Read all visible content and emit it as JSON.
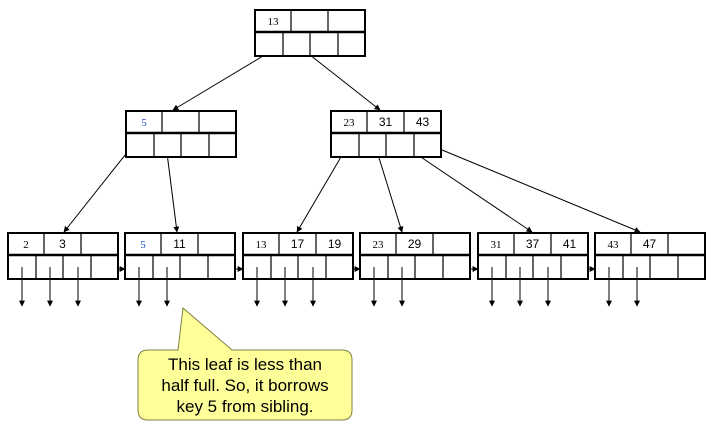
{
  "diagram": {
    "root": {
      "keys": [
        "13",
        "",
        ""
      ]
    },
    "internal_left": {
      "keys": [
        "5",
        "",
        ""
      ],
      "highlight_key_index": 0
    },
    "internal_right": {
      "keys": [
        "23",
        "31",
        "43"
      ]
    },
    "leaves": [
      {
        "keys": [
          "2",
          "3",
          ""
        ]
      },
      {
        "keys": [
          "5",
          "11",
          ""
        ],
        "highlight_key_index": 0
      },
      {
        "keys": [
          "13",
          "17",
          "19"
        ]
      },
      {
        "keys": [
          "23",
          "29",
          ""
        ]
      },
      {
        "keys": [
          "31",
          "37",
          "41"
        ]
      },
      {
        "keys": [
          "43",
          "47",
          ""
        ]
      }
    ],
    "callout": {
      "lines": [
        "This leaf is less than",
        "half full. So, it borrows",
        "key 5 from sibling."
      ]
    },
    "colors": {
      "line": "#000000",
      "highlight_key": "#1f4fbf",
      "callout_fill": "#ffff99",
      "callout_stroke": "#808040"
    }
  }
}
